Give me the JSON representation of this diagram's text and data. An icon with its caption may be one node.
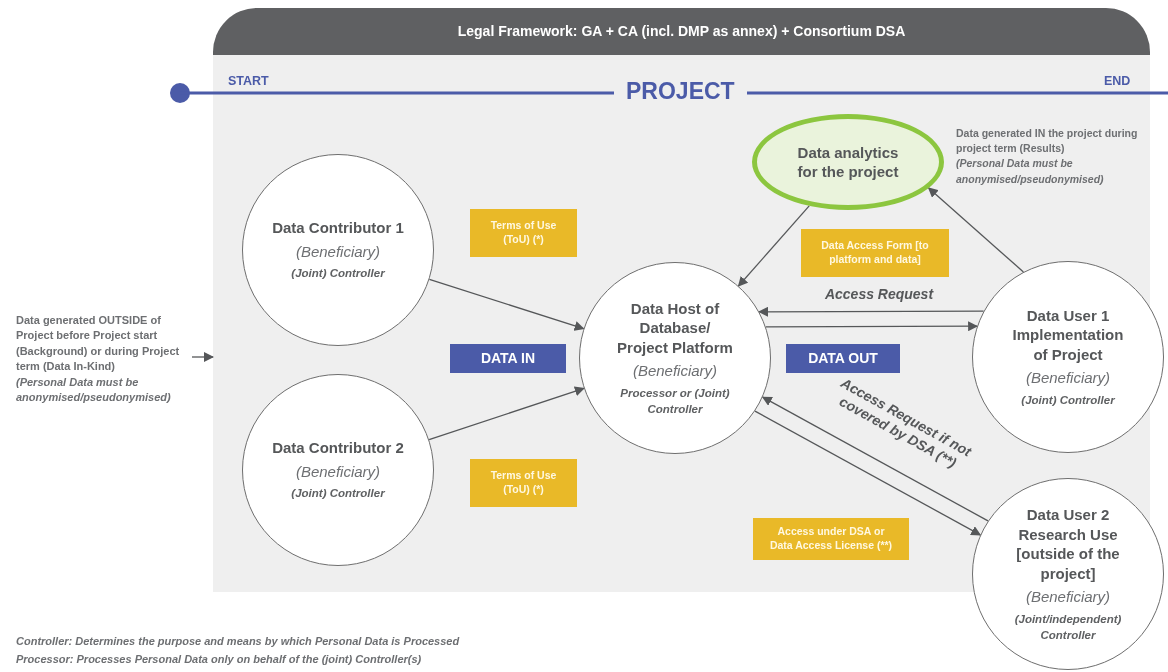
{
  "diagram": {
    "nodes": [
      {
        "text": [
          "Legal Framework: GA + CA (incl. DMP as annex) + Consortium DSA"
        ]
      },
      {
        "text": [
          "Data Contributor 1",
          "(Beneficiary)",
          "(Joint) Controller"
        ],
        "in": 0
      },
      {
        "text": [
          "Data Contributor 2",
          "(Beneficiary)",
          "(Joint) Controller"
        ],
        "in": 0
      },
      {
        "text": [
          "Data Host of Database/ Project Platform",
          "(Beneficiary)",
          "Processor or (Joint) Controller"
        ],
        "in": 0
      },
      {
        "text": [
          "Data analytics for the project"
        ],
        "beside": [
          "Data generated IN the project during project term (Results)",
          "(Personal Data must be anonymised/pseudonymised)"
        ],
        "in": 0
      },
      {
        "text": [
          "Data User 1 Implementation of Project",
          "(Beneficiary)",
          "(Joint) Controller"
        ]
      },
      {
        "text": [
          "Data User 2 Research Use [outside of the project]",
          "(Beneficiary)",
          "(Joint/independent) Controller"
        ]
      },
      {
        "text": [
          "Data generated OUTSIDE of Project before Project start (Background) or during Project term (Data In-Kind)",
          "(Personal Data must be anonymised/pseudonymised)"
        ]
      },
      {
        "text": [
          "Terms of Use (ToU) (*)"
        ],
        "in": 0
      },
      {
        "text": [
          "Terms of Use (ToU) (*)"
        ],
        "in": 0
      },
      {
        "text": [
          "Data Access Form [to platform and data]"
        ],
        "in": 0
      },
      {
        "text": [
          "DATA IN"
        ],
        "in": 0
      },
      {
        "text": [
          "DATA OUT"
        ],
        "in": 0
      },
      {
        "text": [
          "Access under DSA or Data Access License (**)"
        ],
        "in": 0
      }
    ],
    "edges": [
      {
        "from": 1,
        "to": 3,
        "arrow": "to"
      },
      {
        "from": 2,
        "to": 3,
        "arrow": "to"
      },
      {
        "from": 4,
        "to": 3,
        "arrow": "to"
      },
      {
        "from": 5,
        "to": 4,
        "arrow": "to"
      },
      {
        "from": 5,
        "to": 3,
        "arrow": "to",
        "label": "Access Request"
      },
      {
        "from": 3,
        "to": 5,
        "arrow": "to"
      },
      {
        "from": 6,
        "to": 3,
        "arrow": "to",
        "label": "Access Request if not covered by DSA (**)"
      },
      {
        "from": 3,
        "to": 6,
        "arrow": "to"
      },
      {
        "from": 7,
        "to": 0,
        "arrow": "to"
      }
    ],
    "labels": [
      "START",
      "PROJECT",
      "END",
      "Controller: Determines the purpose and means by which Personal Data is Processed",
      "Processor: Processes Personal Data only on behalf of the (joint) Controller(s)"
    ]
  }
}
